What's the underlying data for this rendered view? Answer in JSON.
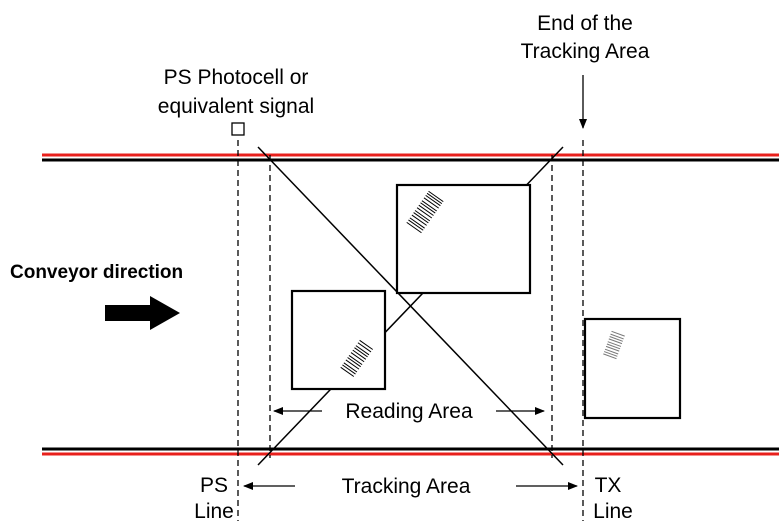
{
  "labels": {
    "end_tracking_line1": "End of the",
    "end_tracking_line2": "Tracking Area",
    "ps_photocell_line1": "PS Photocell or",
    "ps_photocell_line2": "equivalent signal",
    "conveyor_direction": "Conveyor direction",
    "reading_area": "Reading Area",
    "tracking_area": "Tracking Area",
    "ps_line_1": "PS",
    "ps_line_2": "Line",
    "tx_line_1": "TX",
    "tx_line_2": "Line"
  },
  "colors": {
    "rail_red": "#e8201c",
    "rail_black": "#000000",
    "barcode_gray": "#777777"
  }
}
